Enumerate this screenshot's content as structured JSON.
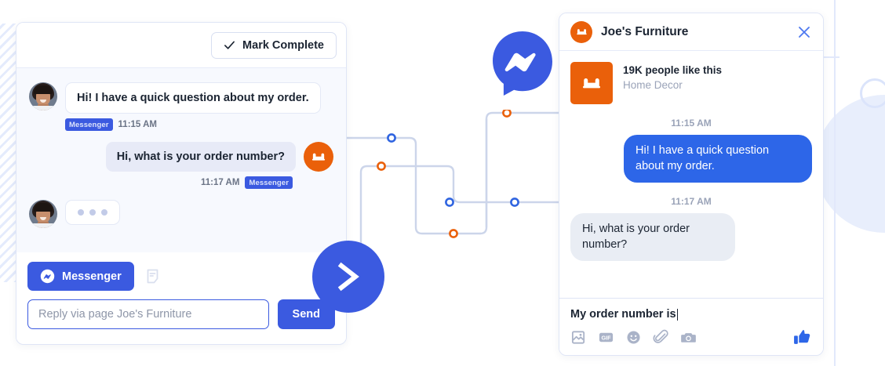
{
  "agent_panel": {
    "mark_complete_label": "Mark Complete",
    "messages": [
      {
        "text": "Hi! I have a quick question about my order.",
        "channel": "Messenger",
        "time": "11:15 AM",
        "side": "in"
      },
      {
        "text": "Hi, what is your order number?",
        "channel": "Messenger",
        "time": "11:17 AM",
        "side": "out"
      }
    ],
    "typing_indicator": "typing",
    "composer": {
      "channel_label": "Messenger",
      "note_icon": "note-icon",
      "reply_placeholder": "Reply via page Joe's Furniture",
      "reply_value": "",
      "send_label": "Send"
    }
  },
  "widget_panel": {
    "title": "Joe's Furniture",
    "close_icon": "close-icon",
    "page": {
      "likes": "19K people like this",
      "category": "Home Decor"
    },
    "messages": [
      {
        "time": "11:15 AM",
        "text": "Hi! I have a quick question about my order.",
        "side": "out"
      },
      {
        "time": "11:17 AM",
        "text": "Hi, what is your order number?",
        "side": "in"
      }
    ],
    "composer": {
      "draft_text": "My order number is",
      "tools": [
        "image-icon",
        "gif-icon",
        "emoji-icon",
        "attachment-icon",
        "camera-icon"
      ],
      "like_icon": "thumbs-up-icon"
    }
  },
  "decor": {
    "messenger_logo": "messenger-logo",
    "send_chevron": "send-chevron-icon"
  },
  "colors": {
    "brand_blue": "#3b5ae0",
    "messenger_blue": "#2d66e8",
    "brand_orange": "#ea600a",
    "thread_bg": "#f7f9fe",
    "border": "#dfe5f6",
    "muted_text": "#9aa3b8"
  }
}
